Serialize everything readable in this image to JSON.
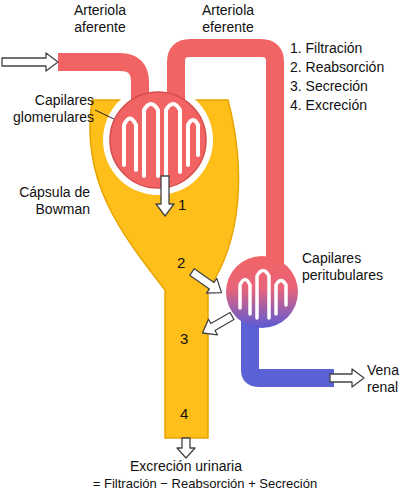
{
  "diagram": {
    "labels": [
      "Arteriola aferente",
      "Arteriola eferente",
      "1. Filtración",
      "2. Reabsorción",
      "3. Secreción",
      "4. Excreción",
      "Capilares glomerulares",
      "Cápsula de Bowman",
      "1",
      "2",
      "Capilares peritubulares",
      "3",
      "4",
      "Vena renal",
      "Excreción urinaria",
      "= Filtración − Reabsorción + Secreción"
    ]
  }
}
